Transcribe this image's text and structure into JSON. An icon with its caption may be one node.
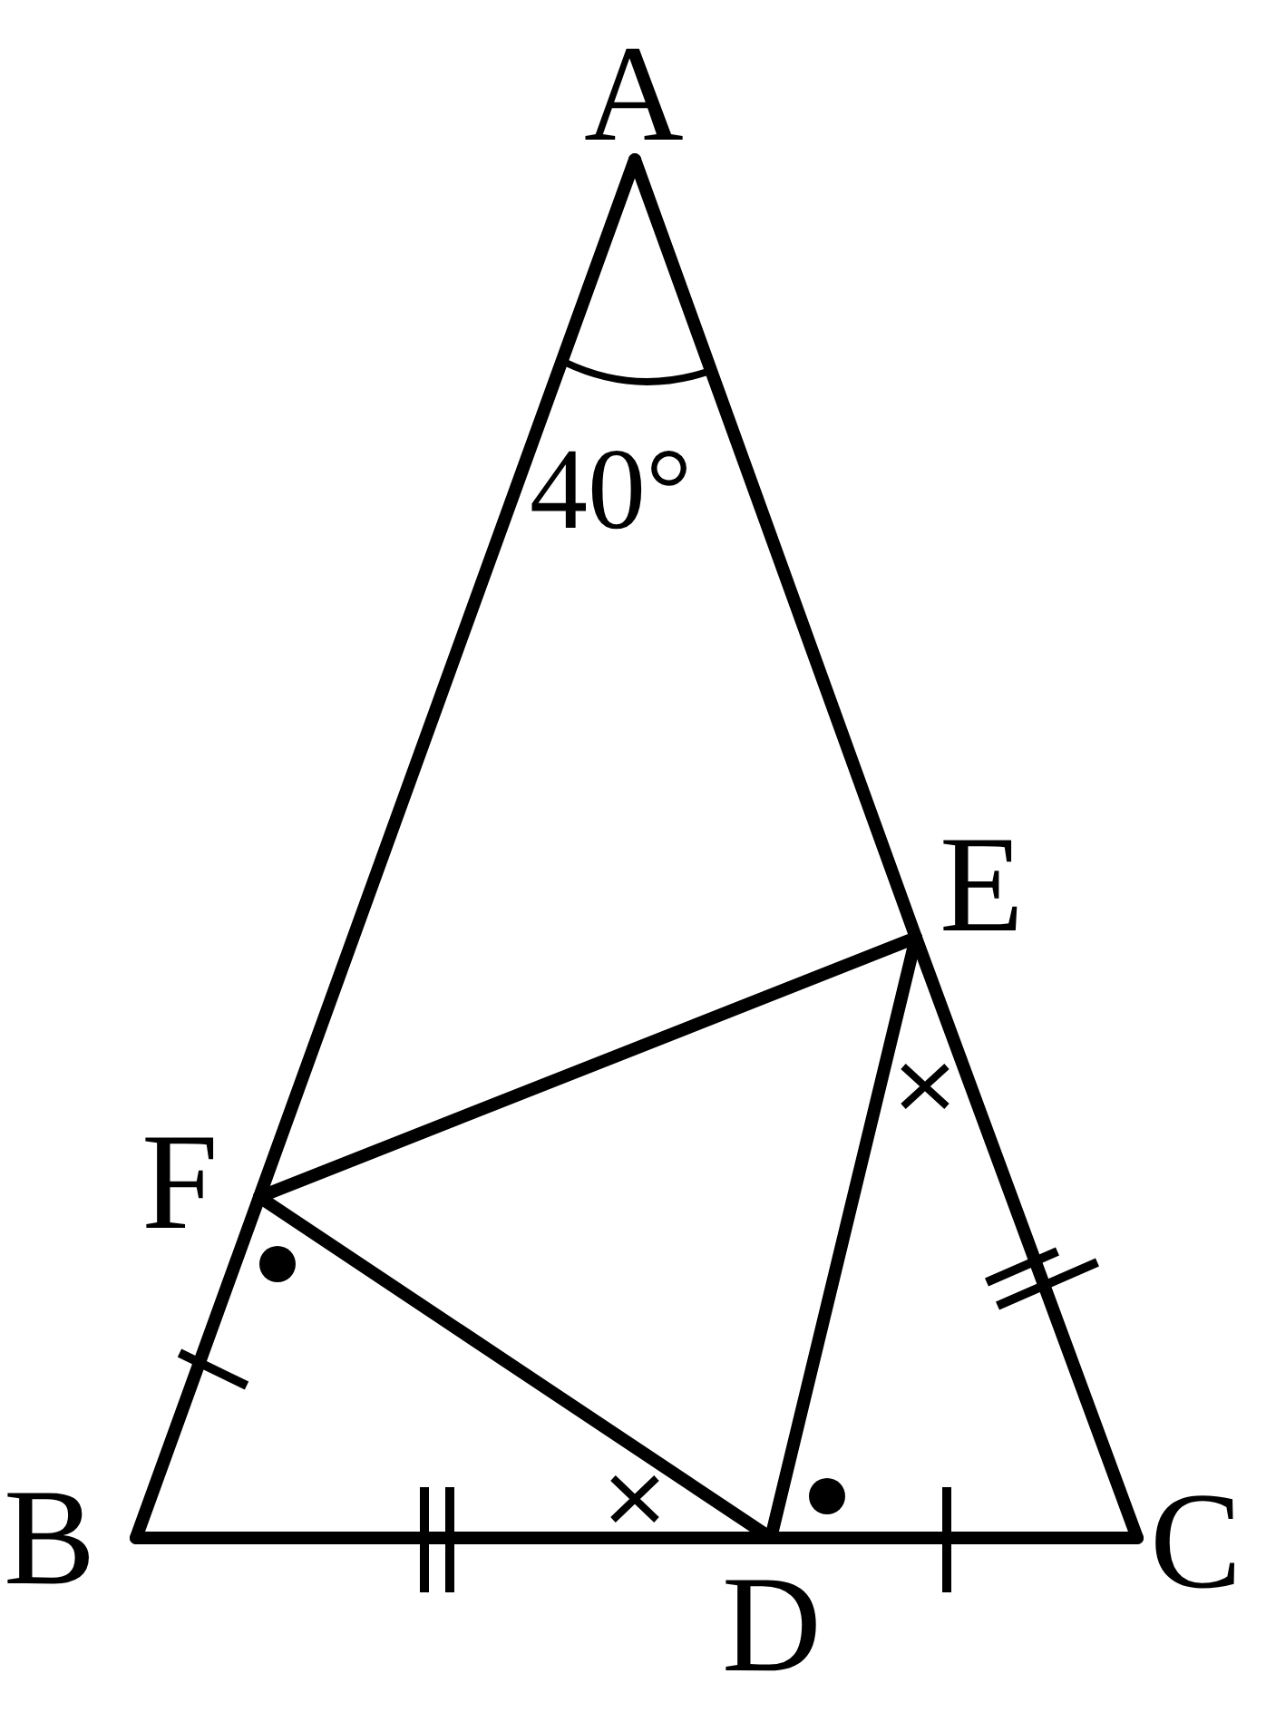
{
  "diagram": {
    "nodes": [
      {
        "text": [
          "A"
        ]
      },
      {
        "text": [
          "B"
        ]
      },
      {
        "text": [
          "C"
        ]
      },
      {
        "text": [
          "D"
        ]
      },
      {
        "text": [
          "E"
        ]
      },
      {
        "text": [
          "F"
        ]
      }
    ],
    "edges": [
      {
        "from": 0,
        "to": 5,
        "arrow": "none"
      },
      {
        "from": 5,
        "to": 1,
        "arrow": "none"
      },
      {
        "from": 1,
        "to": 3,
        "arrow": "none"
      },
      {
        "from": 3,
        "to": 2,
        "arrow": "none"
      },
      {
        "from": 2,
        "to": 4,
        "arrow": "none"
      },
      {
        "from": 4,
        "to": 0,
        "arrow": "none"
      },
      {
        "from": 5,
        "to": 4,
        "arrow": "none"
      },
      {
        "from": 5,
        "to": 3,
        "arrow": "none"
      },
      {
        "from": 3,
        "to": 4,
        "arrow": "none"
      }
    ],
    "labels": [
      "40°"
    ]
  }
}
